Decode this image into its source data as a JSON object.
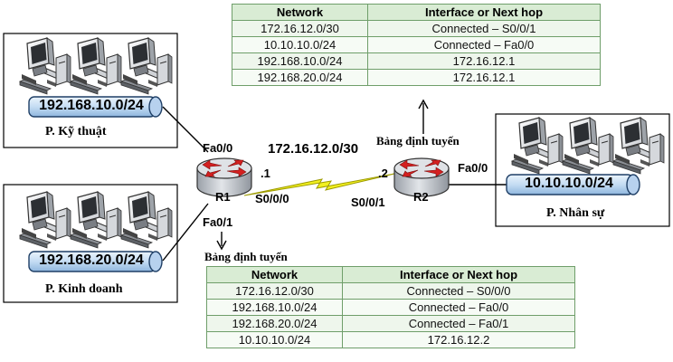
{
  "departments": {
    "ky_thuat": {
      "name": "P. Kỹ thuật",
      "network": "192.168.10.0/24"
    },
    "kinh_doanh": {
      "name": "P. Kinh doanh",
      "network": "192.168.20.0/24"
    },
    "nhan_su": {
      "name": "P. Nhân sự",
      "network": "10.10.10.0/24"
    }
  },
  "routers": {
    "r1": {
      "name": "R1",
      "ports": {
        "fa00": "Fa0/0",
        "fa01": "Fa0/1",
        "s000": "S0/0/0"
      },
      "serial_ip": ".1"
    },
    "r2": {
      "name": "R2",
      "ports": {
        "fa00": "Fa0/0",
        "s001": "S0/0/1"
      },
      "serial_ip": ".2"
    }
  },
  "wan_network": "172.16.12.0/30",
  "routing_table_label": "Bảng định tuyến",
  "colors": {
    "table_border": "#6f9e6a",
    "table_header": "#d9ecd4",
    "router_body": "#c8ccd2",
    "router_arrows": "#d42020",
    "serial_link": "#f2f020",
    "lan_tube": "#cfe2f6"
  },
  "tables": {
    "r2": {
      "headers": [
        "Network",
        "Interface or Next hop"
      ],
      "rows": [
        [
          "172.16.12.0/30",
          "Connected – S0/0/1"
        ],
        [
          "10.10.10.0/24",
          "Connected – Fa0/0"
        ],
        [
          "192.168.10.0/24",
          "172.16.12.1"
        ],
        [
          "192.168.20.0/24",
          "172.16.12.1"
        ]
      ]
    },
    "r1": {
      "headers": [
        "Network",
        "Interface or Next hop"
      ],
      "rows": [
        [
          "172.16.12.0/30",
          "Connected – S0/0/0"
        ],
        [
          "192.168.10.0/24",
          "Connected – Fa0/0"
        ],
        [
          "192.168.20.0/24",
          "Connected – Fa0/1"
        ],
        [
          "10.10.10.0/24",
          "172.16.12.2"
        ]
      ]
    }
  }
}
